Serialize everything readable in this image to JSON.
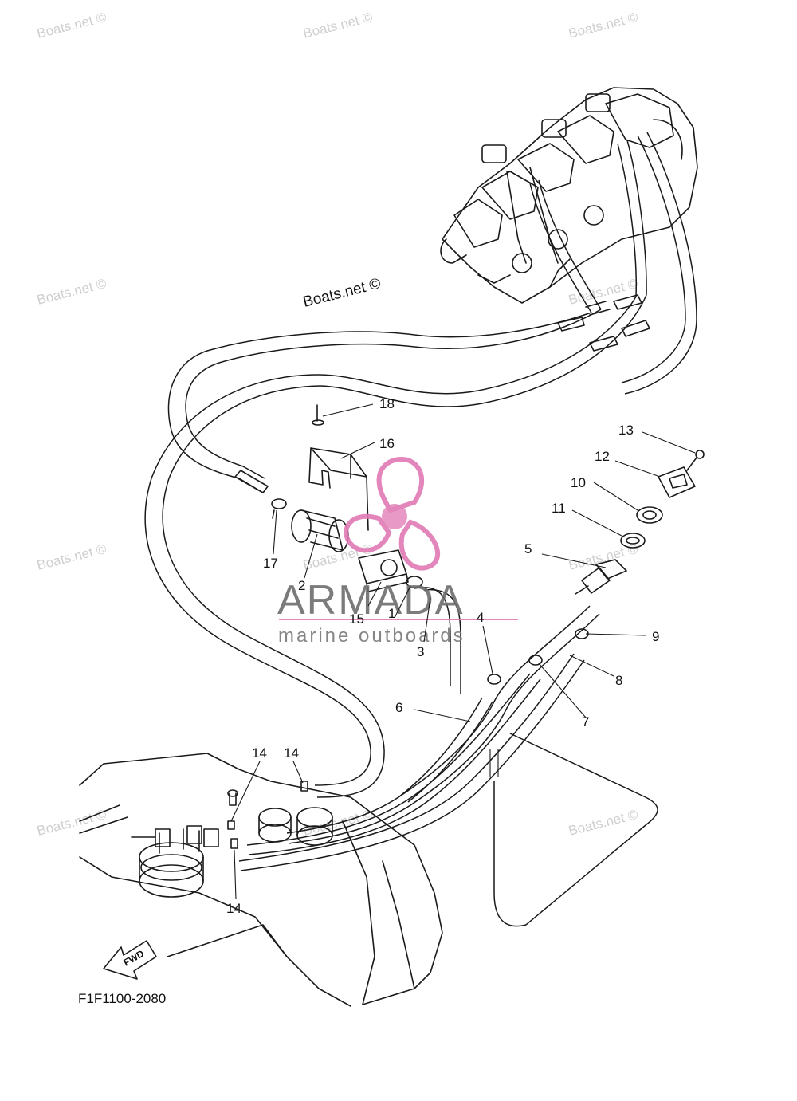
{
  "watermark_text": "Boats.net ©",
  "copyright_text": "Boats.net ©",
  "brand": {
    "name": "ARMADA",
    "tagline": "marine outboards",
    "accent_color": "#e07ab5"
  },
  "drawing_code": "F1F1100-2080",
  "fwd_label": "FWD",
  "callouts": [
    "1",
    "2",
    "3",
    "4",
    "5",
    "6",
    "7",
    "8",
    "9",
    "10",
    "11",
    "12",
    "13",
    "14",
    "14",
    "14",
    "15",
    "16",
    "17",
    "18"
  ]
}
